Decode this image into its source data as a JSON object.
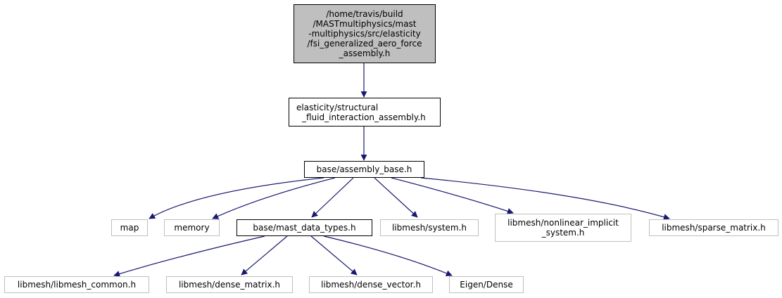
{
  "diagram": {
    "root": {
      "lines": [
        "/home/travis/build",
        "/MASTmultiphysics/mast",
        "-multiphysics/src/elasticity",
        "/fsi_generalized_aero_force",
        "_assembly.h"
      ]
    },
    "fsi": {
      "lines": [
        "elasticity/structural",
        "_fluid_interaction_assembly.h"
      ]
    },
    "assembly_base": {
      "label": "base/assembly_base.h"
    },
    "map": {
      "label": "map"
    },
    "memory": {
      "label": "memory"
    },
    "mast_data_types": {
      "label": "base/mast_data_types.h"
    },
    "system": {
      "label": "libmesh/system.h"
    },
    "nonlinear": {
      "lines": [
        "libmesh/nonlinear_implicit",
        "_system.h"
      ]
    },
    "sparse_matrix": {
      "label": "libmesh/sparse_matrix.h"
    },
    "libmesh_common": {
      "label": "libmesh/libmesh_common.h"
    },
    "dense_matrix": {
      "label": "libmesh/dense_matrix.h"
    },
    "dense_vector": {
      "label": "libmesh/dense_vector.h"
    },
    "eigen_dense": {
      "label": "Eigen/Dense"
    },
    "colors": {
      "edge": "#191970",
      "root_fill": "#bfbfbf",
      "system_border": "#bfbfbf",
      "local_border": "#000000"
    }
  }
}
